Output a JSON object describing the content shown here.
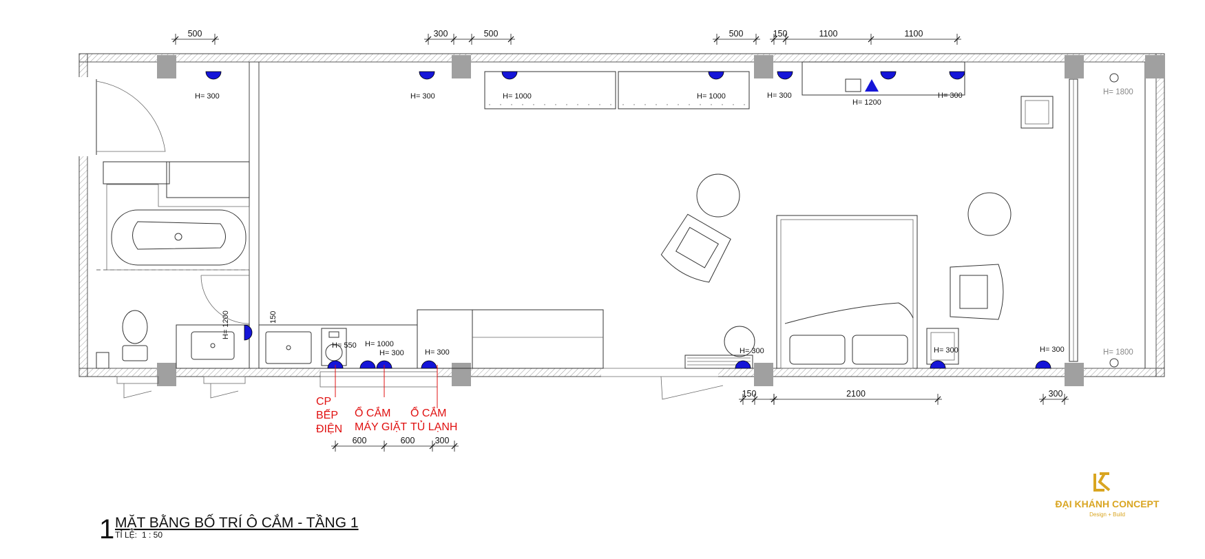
{
  "title": {
    "number": "1",
    "text": "MẶT BẰNG BỐ TRÍ Ô CẮM - TẦNG 1",
    "scale_label": "TỈ LỆ:",
    "scale_value": "1 : 50"
  },
  "brand": {
    "name": "ĐẠI KHÁNH CONCEPT",
    "tagline": "Design + Build",
    "logo_color": "#d9a521"
  },
  "colors": {
    "outlet_fill": "#1515d8",
    "note_red": "#e01010",
    "column": "#a0a0a0"
  },
  "top_dimensions": [
    "500",
    "300",
    "500",
    "500",
    "150",
    "1100",
    "1100"
  ],
  "bottom_dimensions": [
    "150",
    "2100",
    "300"
  ],
  "kitchen_dimensions": [
    "600",
    "600",
    "300"
  ],
  "height_labels": {
    "t1": "H= 300",
    "t2": "H= 300",
    "t3": "H= 1000",
    "t4": "H= 1000",
    "t5": "H= 300",
    "t6": "H= 1200",
    "t7": "H= 300",
    "r1": "H= 1800",
    "r2": "H= 1800",
    "b1": "H= 550",
    "b2": "H= 1000",
    "b3": "H= 300",
    "b4": "H= 300",
    "b5": "H= 300",
    "b6": "H= 300",
    "b7": "H= 300",
    "v1": "H= 1200",
    "v2": "150"
  },
  "notes": {
    "cp": [
      "CP",
      "BẾP",
      "ĐIỆN"
    ],
    "washer": [
      "Ổ CẮM",
      "MÁY GIẶT"
    ],
    "fridge": [
      "Ổ CẮM",
      "TỦ LẠNH"
    ]
  }
}
